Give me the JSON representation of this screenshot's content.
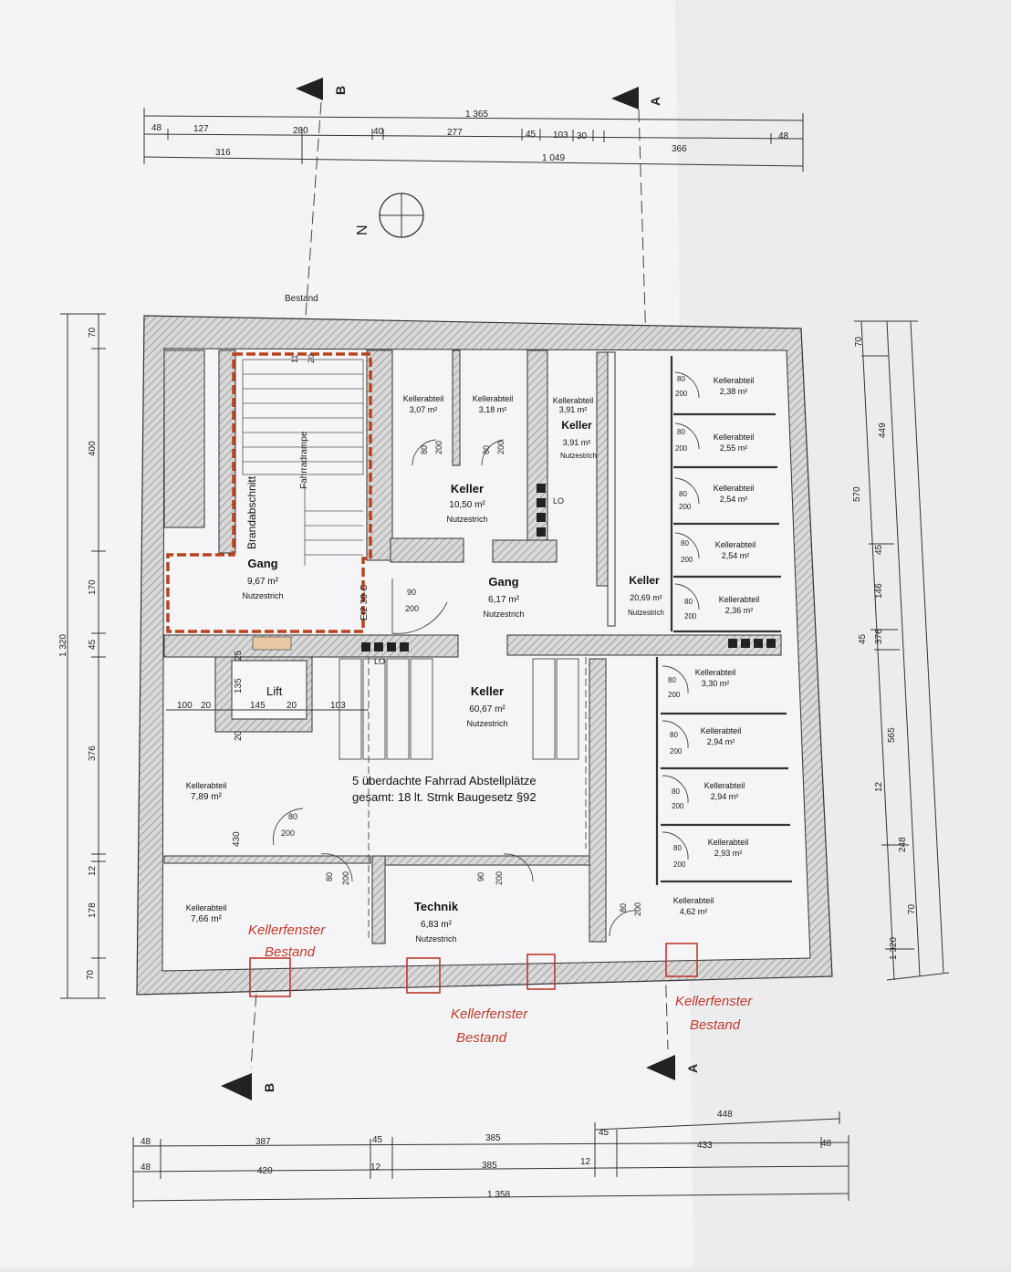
{
  "plan": {
    "top_dims": {
      "overall": "1 365",
      "row1": [
        "48",
        "127",
        "280",
        "40",
        "277",
        "45",
        "103",
        "30",
        "366",
        "48"
      ],
      "row2": [
        "316",
        "1 049"
      ]
    },
    "bottom_dims": {
      "row0": "448",
      "row1": [
        "48",
        "387",
        "45",
        "385",
        "45",
        "433",
        "48"
      ],
      "row2": [
        "48",
        "420",
        "12",
        "385",
        "12"
      ],
      "overall": "1 358"
    },
    "left_dims": [
      "70",
      "400",
      "170",
      "45",
      "376",
      "12",
      "178",
      "70",
      "1 320"
    ],
    "right_dims": [
      "70",
      "449",
      "570",
      "45",
      "146",
      "45",
      "376",
      "565",
      "12",
      "248",
      "70",
      "1 320"
    ],
    "section_markers": {
      "b": "B",
      "a": "A"
    },
    "north": "N",
    "labels": {
      "bestand": "Bestand",
      "stair_dims": [
        "11",
        "20"
      ],
      "fahrradrampe": "Fahrradrampe",
      "brandabschnitt": "Brandabschnitt",
      "ei2": "EI2 30-C",
      "lift": "Lift",
      "lo": "LO",
      "lo2": "LO",
      "bikes_line1": "5 überdachte Fahrrad Abstellplätze",
      "bikes_line2": "gesamt: 18 lt. Stmk Baugesetz §92",
      "lift_dims": [
        "100",
        "20",
        "145",
        "20",
        "103",
        "135",
        "25",
        "20",
        "430"
      ]
    },
    "rooms": [
      {
        "id": "gang-west",
        "name": "Gang",
        "area": "9,67 m²",
        "floor": "Nutzestrich"
      },
      {
        "id": "kellerabteil-307",
        "name": "Kellerabteil",
        "area": "3,07 m²",
        "floor": ""
      },
      {
        "id": "kellerabteil-318",
        "name": "Kellerabteil",
        "area": "3,18 m²",
        "floor": ""
      },
      {
        "id": "kellerabteil-391",
        "name": "Kellerabteil",
        "area": "3,91 m²",
        "floor": ""
      },
      {
        "id": "keller-391",
        "name": "Keller",
        "area": "3,91 m²",
        "floor": "Nutzestrich"
      },
      {
        "id": "keller-1050",
        "name": "Keller",
        "area": "10,50 m²",
        "floor": "Nutzestrich"
      },
      {
        "id": "gang-center",
        "name": "Gang",
        "area": "6,17 m²",
        "floor": "Nutzestrich"
      },
      {
        "id": "keller-2069",
        "name": "Keller",
        "area": "20,69 m²",
        "floor": "Nutzestrich"
      },
      {
        "id": "keller-6067",
        "name": "Keller",
        "area": "60,67 m²",
        "floor": "Nutzestrich"
      },
      {
        "id": "technik",
        "name": "Technik",
        "area": "6,83 m²",
        "floor": "Nutzestrich"
      },
      {
        "id": "kellerabteil-789",
        "name": "Kellerabteil",
        "area": "7,89 m²",
        "floor": ""
      },
      {
        "id": "kellerabteil-766",
        "name": "Kellerabteil",
        "area": "7,66 m²",
        "floor": ""
      }
    ],
    "east_compartments": [
      {
        "name": "Kellerabteil",
        "area": "2,38 m²"
      },
      {
        "name": "Kellerabteil",
        "area": "2,55 m²"
      },
      {
        "name": "Kellerabteil",
        "area": "2,54 m²"
      },
      {
        "name": "Kellerabteil",
        "area": "2,54 m²"
      },
      {
        "name": "Kellerabteil",
        "area": "2,36 m²"
      },
      {
        "name": "Kellerabteil",
        "area": "3,30 m²"
      },
      {
        "name": "Kellerabteil",
        "area": "2,94 m²"
      },
      {
        "name": "Kellerabteil",
        "area": "2,94 m²"
      },
      {
        "name": "Kellerabteil",
        "area": "2,93 m²"
      },
      {
        "name": "Kellerabteil",
        "area": "4,62 m²"
      }
    ],
    "doors": [
      "80",
      "200",
      "90",
      "200"
    ],
    "annotations": [
      {
        "line1": "Kellerfenster",
        "line2": "Bestand"
      },
      {
        "line1": "Kellerfenster",
        "line2": "Bestand"
      },
      {
        "line1": "Kellerfenster",
        "line2": "Bestand"
      }
    ],
    "colors": {
      "paper": "#f7f7f8",
      "wall_hatch": "#8a8a8a",
      "red_markup": "#c0392b",
      "fire_line": "#b8441f"
    }
  }
}
